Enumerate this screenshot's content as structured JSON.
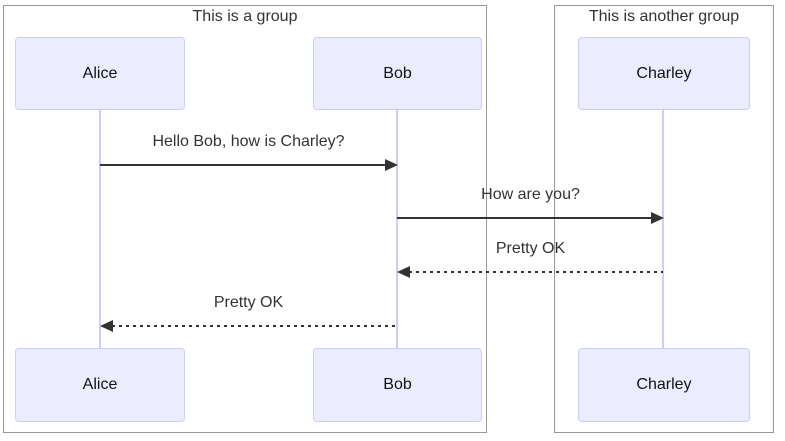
{
  "diagram": {
    "type": "sequence-diagram",
    "groups": [
      {
        "title": "This is a group",
        "actors": [
          "Alice",
          "Bob"
        ]
      },
      {
        "title": "This is another group",
        "actors": [
          "Charley"
        ]
      }
    ],
    "actors": [
      {
        "name": "Alice"
      },
      {
        "name": "Bob"
      },
      {
        "name": "Charley"
      }
    ],
    "messages": [
      {
        "from": "Alice",
        "to": "Bob",
        "label": "Hello Bob, how is Charley?",
        "line": "solid",
        "direction": "right"
      },
      {
        "from": "Bob",
        "to": "Charley",
        "label": "How are you?",
        "line": "solid",
        "direction": "right"
      },
      {
        "from": "Charley",
        "to": "Bob",
        "label": "Pretty OK",
        "line": "dashed",
        "direction": "left"
      },
      {
        "from": "Bob",
        "to": "Alice",
        "label": "Pretty OK",
        "line": "dashed",
        "direction": "left"
      }
    ],
    "colors": {
      "actor_fill": "#ECECFF",
      "actor_border": "#CCCCFF",
      "lifeline": "#CCCCFF",
      "group_border": "#999999",
      "text": "#333333",
      "arrow": "#333333",
      "background": "#FFFFFF"
    }
  }
}
